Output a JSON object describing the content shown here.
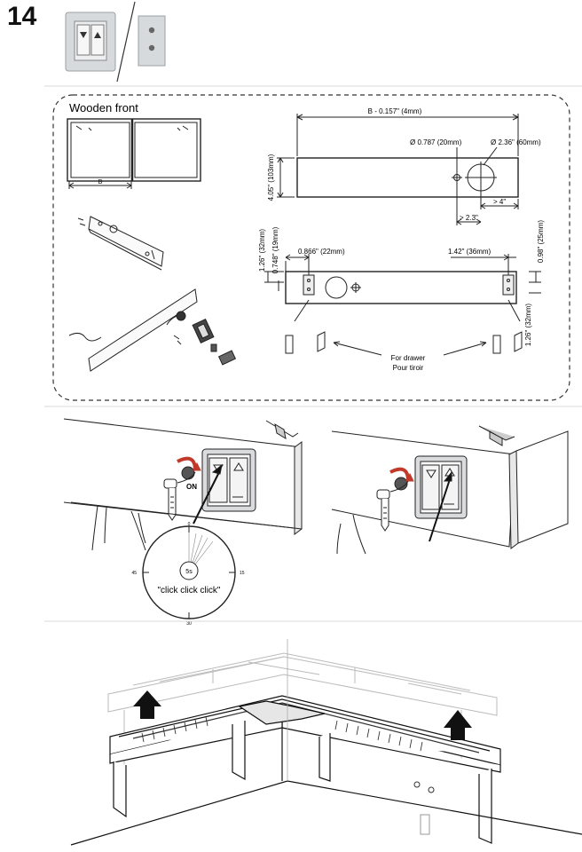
{
  "step_number": "14",
  "front_box": {
    "title": "Wooden front",
    "label_b_small": "B",
    "dim_width": "B - 0.157\" (4mm)",
    "dim_height": "4.05\" (103mm)",
    "hole_small": "Ø 0.787 (20mm)",
    "hole_large": "Ø 2.36\" (60mm)",
    "dim_gt4": "> 4\"",
    "dim_gt23": "> 2.3\"",
    "dim_126_left": "1.26\" (32mm)",
    "dim_0748": "0.748\" (19mm)",
    "dim_0866": "0.866\" (22mm)",
    "dim_142": "1.42\" (36mm)",
    "dim_098": "0.98\" (25mm)",
    "dim_126_right": "1.26\" (32mm)",
    "drawer_en": "For drawer",
    "drawer_fr": "Pour tiroir"
  },
  "switch_panel": {
    "on_label": "ON",
    "timer_center": "5s",
    "timer_caption": "\"click click click\"",
    "tick_0": "0",
    "tick_15": "15",
    "tick_30": "30",
    "tick_45": "45"
  }
}
